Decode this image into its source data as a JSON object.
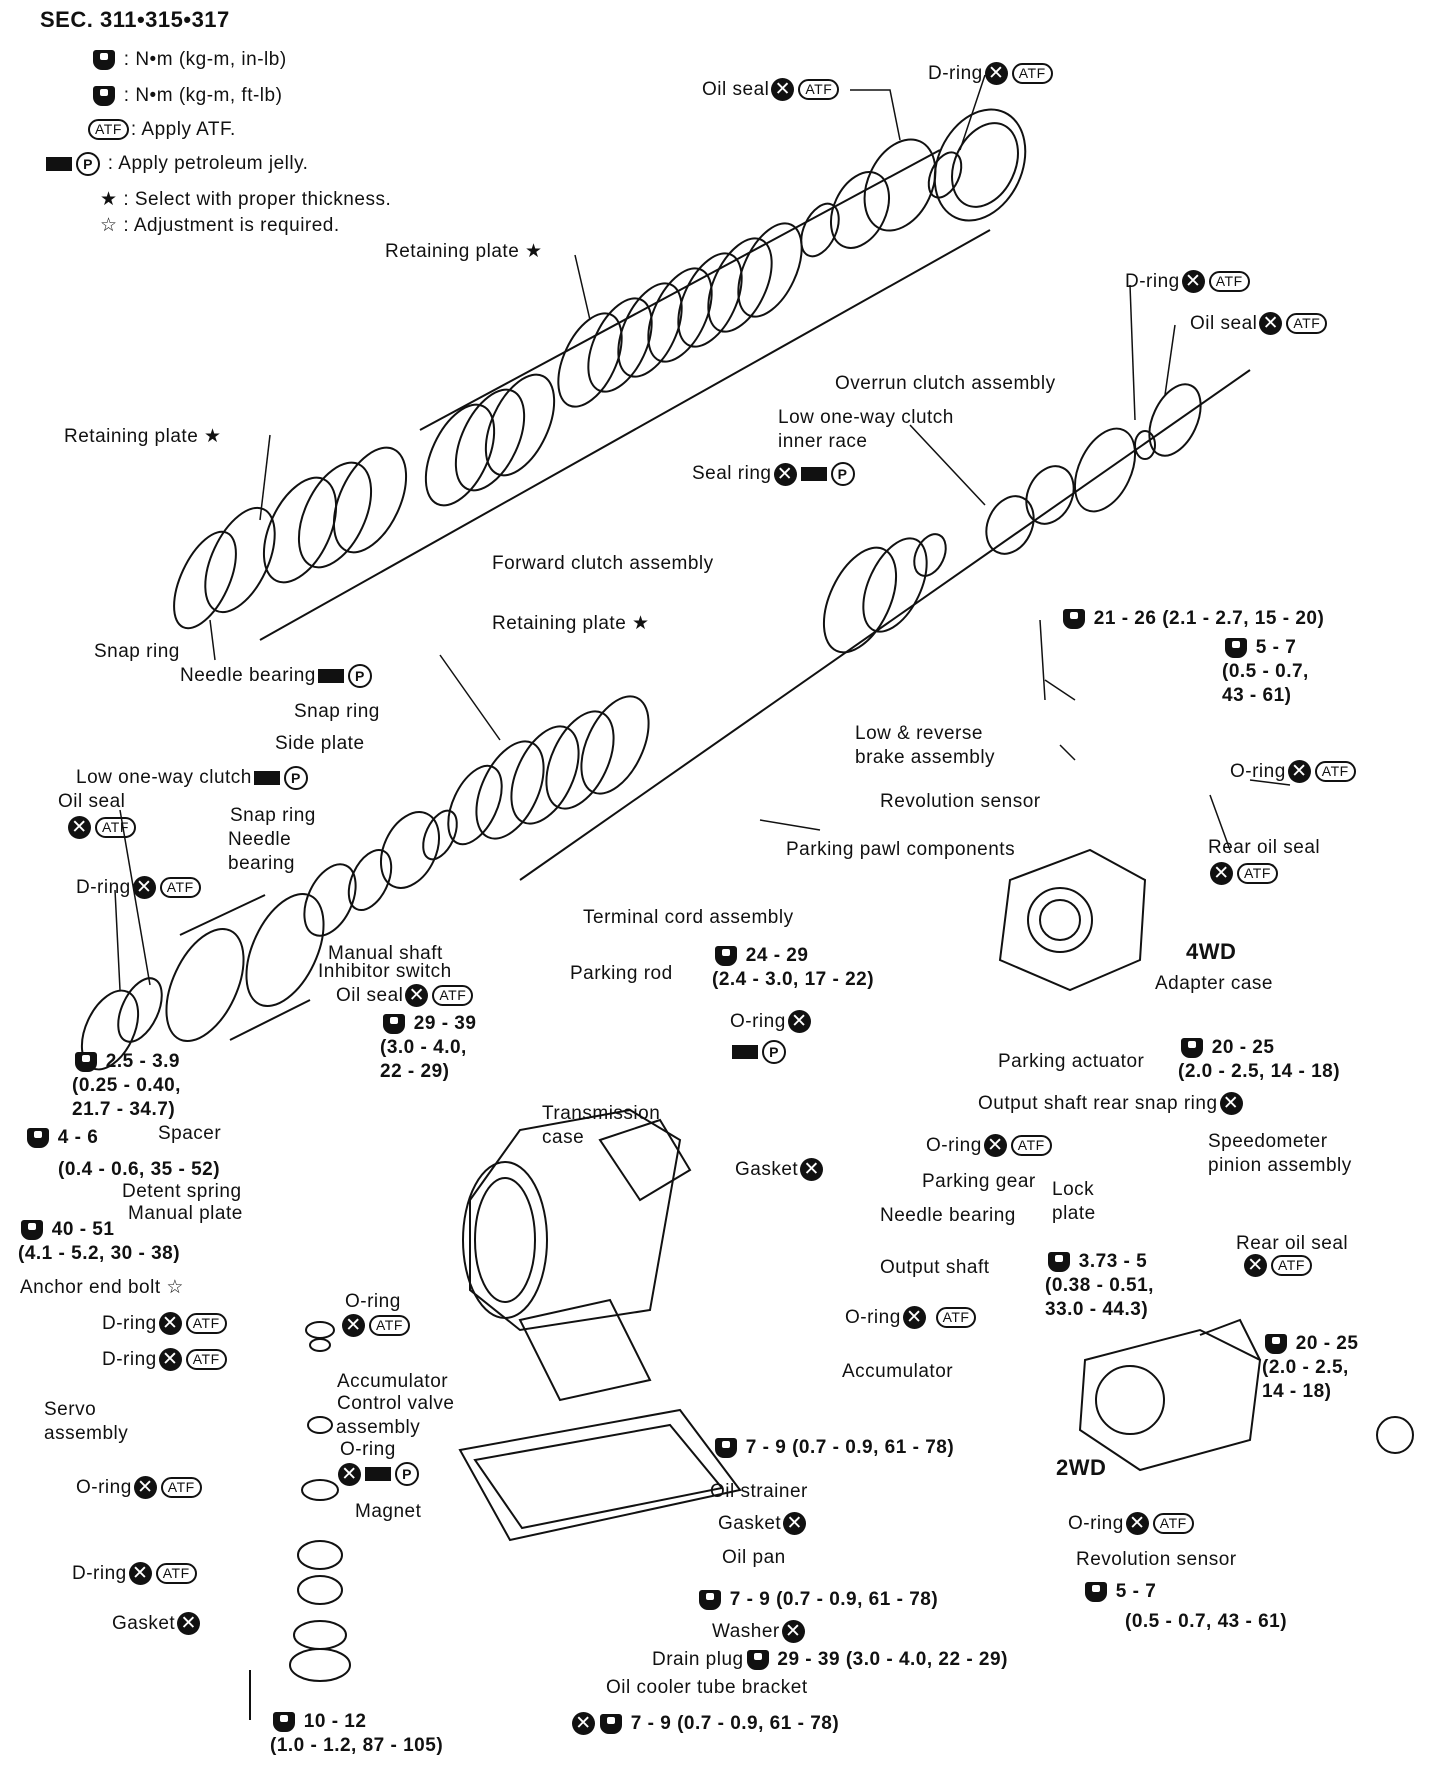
{
  "header": {
    "section": "SEC. 311•315•317"
  },
  "legend": {
    "torque_in_lb": ": N•m (kg-m, in-lb)",
    "torque_ft_lb": ": N•m (kg-m, ft-lb)",
    "atf": ": Apply ATF.",
    "jelly": ": Apply petroleum jelly.",
    "select": ": Select with proper thickness.",
    "adjust": ": Adjustment is required."
  },
  "symbols": {
    "atf": "ATF",
    "petroleum": "P",
    "replace": "✕",
    "filled_star": "★",
    "open_star": "☆"
  },
  "variants": {
    "four_wd": "4WD",
    "two_wd": "2WD"
  },
  "labels": {
    "oil_seal_top": "Oil seal",
    "d_ring_top": "D-ring",
    "retaining_plate_1": "Retaining plate ★",
    "d_ring_right": "D-ring",
    "oil_seal_right": "Oil seal",
    "overrun_clutch": "Overrun clutch assembly",
    "low_owc_inner_race": "Low one-way clutch\ninner race",
    "retaining_plate_2": "Retaining plate ★",
    "seal_ring": "Seal ring",
    "forward_clutch": "Forward clutch assembly",
    "snap_ring_1": "Snap ring",
    "torque_21_26": "21 - 26 (2.1 - 2.7, 15 - 20)",
    "retaining_plate_3": "Retaining plate ★",
    "torque_5_7_top": "5 - 7\n(0.5 - 0.7,\n43 - 61)",
    "needle_bearing_1": "Needle bearing",
    "snap_ring_2": "Snap ring",
    "side_plate": "Side plate",
    "low_reverse_brake": "Low & reverse\nbrake assembly",
    "low_owc": "Low one-way clutch",
    "o_ring_right": "O-ring",
    "oil_seal_left": "Oil seal",
    "revolution_sensor_top": "Revolution sensor",
    "snap_ring_3": "Snap ring",
    "needle_bearing_2": "Needle\nbearing",
    "parking_pawl": "Parking pawl components",
    "rear_oil_seal_top": "Rear oil seal",
    "d_ring_left": "D-ring",
    "terminal_cord": "Terminal cord assembly",
    "manual_shaft": "Manual shaft",
    "inhibitor_switch": "Inhibitor switch",
    "torque_24_29": "24 - 29\n(2.4 - 3.0, 17 - 22)",
    "four_wd_label": "4WD",
    "adapter_case": "Adapter case",
    "oil_seal_mid": "Oil seal",
    "parking_rod": "Parking rod",
    "torque_29_39_top": "29 - 39\n(3.0 - 4.0,\n22 - 29)",
    "o_ring_mid": "O-ring",
    "torque_2_5_3_9": "2.5 - 3.9\n(0.25 - 0.40,\n21.7 - 34.7)",
    "parking_actuator": "Parking actuator",
    "torque_20_25_top": "20 - 25\n(2.0 - 2.5, 14 - 18)",
    "transmission_case": "Transmission\ncase",
    "output_snap_ring": "Output shaft rear snap ring",
    "torque_4_6": "4 - 6",
    "torque_4_6_b": "(0.4 - 0.6, 35 - 52)",
    "spacer": "Spacer",
    "gasket_top": "Gasket",
    "o_ring_speedo": "O-ring",
    "speedometer": "Speedometer\npinion assembly",
    "detent_spring": "Detent spring",
    "manual_plate": "Manual plate",
    "parking_gear": "Parking gear",
    "lock_plate": "Lock\nplate",
    "needle_bearing_3": "Needle bearing",
    "torque_40_51": "40 - 51\n(4.1 - 5.2, 30 - 38)",
    "rear_oil_seal_bottom": "Rear oil seal",
    "torque_3_73_5": "3.73 - 5\n(0.38 - 0.51,\n33.0 - 44.3)",
    "output_shaft": "Output shaft",
    "anchor_end_bolt": "Anchor end bolt ☆",
    "o_ring_servo": "O-ring",
    "d_ring_servo_1": "D-ring",
    "d_ring_servo_2": "D-ring",
    "o_ring_accum": "O-ring",
    "servo_assembly": "Servo\nassembly",
    "accumulator": "Accumulator",
    "accumulator_2": "Accumulator",
    "control_valve": "Control valve",
    "assembly": "assembly",
    "torque_20_25_bottom": "20 - 25\n(2.0 - 2.5,\n14 - 18)",
    "o_ring_cv": "O-ring",
    "torque_7_9_a": "7 - 9 (0.7 - 0.9, 61 - 78)",
    "two_wd_label": "2WD",
    "o_ring_servo_low": "O-ring",
    "oil_strainer": "Oil strainer",
    "magnet": "Magnet",
    "gasket_pan": "Gasket",
    "o_ring_2wd": "O-ring",
    "revolution_sensor_bottom": "Revolution sensor",
    "oil_pan": "Oil pan",
    "d_ring_servo_low": "D-ring",
    "torque_5_7_bottom": "5 - 7",
    "torque_5_7_bottom_b": "(0.5 - 0.7, 43 - 61)",
    "torque_7_9_b": "7 - 9 (0.7 - 0.9, 61 - 78)",
    "gasket_servo": "Gasket",
    "washer": "Washer",
    "drain_plug": "Drain plug",
    "torque_29_39_bottom": "29 - 39 (3.0 - 4.0, 22 - 29)",
    "oil_cooler_bracket": "Oil cooler tube bracket",
    "torque_10_12": "10 - 12\n(1.0 - 1.2, 87 - 105)",
    "torque_7_9_c": "7 - 9 (0.7 - 0.9, 61 - 78)"
  }
}
